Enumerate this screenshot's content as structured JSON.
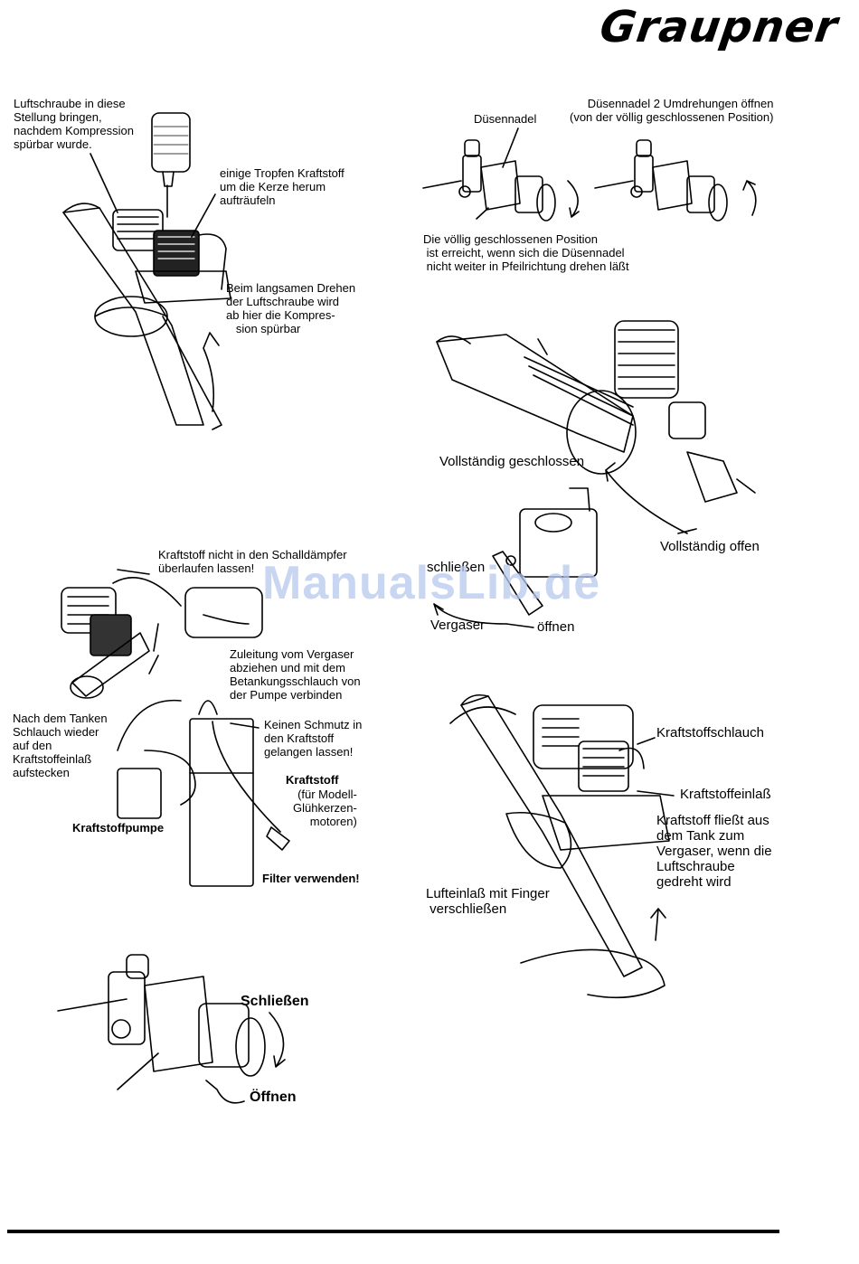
{
  "brand": "Graupner",
  "watermark": "ManualsLib.de",
  "fig1": {
    "propeller_note": "Luftschraube in diese\nStellung bringen,\nnachdem Kompression\nspürbar wurde.",
    "drops_note": "einige Tropfen Kraftstoff\num die Kerze herum\naufträufeln",
    "turn_note": "Beim langsamen Drehen\nder Luftschraube wird\nab hier die Kompres-\n   sion spürbar"
  },
  "fig2": {
    "needle_label": "Düsennadel",
    "open_note": "Düsennadel 2 Umdrehungen öffnen\n(von der völlig geschlossenen Position)",
    "closed_note": "Die völlig geschlossenen Position\n ist erreicht, wenn sich die Düsennadel\n nicht weiter in Pfeilrichtung drehen läßt"
  },
  "fig3": {
    "fully_closed": "Vollständig geschlossen",
    "fully_open": "Vollständig offen",
    "close": "schließen",
    "carburetor": "Vergaser",
    "open": "öffnen"
  },
  "fig4": {
    "muffler_note": "Kraftstoff nicht in den Schalldämpfer\nüberlaufen lassen!",
    "supply_note": "Zuleitung vom Vergaser\nabziehen und mit dem\nBetankungsschlauch von\nder Pumpe verbinden",
    "after_note": "Nach dem Tanken\nSchlauch wieder\nauf den\nKraftstoffeinlaß\naufstecken",
    "dirt_note": "Keinen Schmutz in\nden Kraftstoff\ngelangen lassen!",
    "fuel_title": "Kraftstoff",
    "fuel_sub": "(für Modell-\nGlühkerzen-\nmotoren)",
    "pump": "Kraftstoffpumpe",
    "filter": "Filter verwenden!"
  },
  "fig5": {
    "hose": "Kraftstoffschlauch",
    "inlet": "Kraftstoffeinlaß",
    "flow_note": "Kraftstoff fließt aus\ndem Tank zum\nVergaser, wenn die\nLuftschraube\ngedreht wird",
    "finger_note": "Lufteinlaß mit Finger\n verschließen"
  },
  "fig6": {
    "close": "Schließen",
    "open": "Öffnen"
  }
}
